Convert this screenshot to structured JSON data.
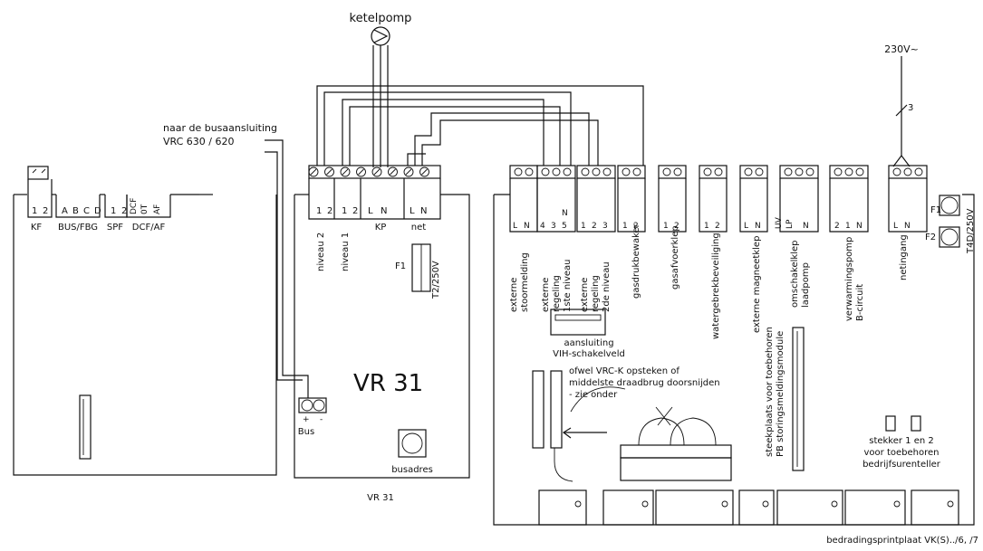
{
  "top_label": "ketelpomp",
  "power_label": "230V~",
  "power_count": "3",
  "bus_note": {
    "line1": "naar de busaansluiting",
    "line2": "VRC 630 / 620"
  },
  "left_board": {
    "terminals": [
      "1",
      "2",
      "A",
      "B",
      "C",
      "D",
      "1",
      "2",
      "DCF",
      "0T",
      "AF"
    ],
    "groups": [
      "KF",
      "BUS/FBG",
      "SPF",
      "DCF/AF"
    ]
  },
  "vr31": {
    "title": "VR 31",
    "caption": "VR 31",
    "terminal_labels": [
      "1",
      "2",
      "1",
      "2",
      "L",
      "N",
      "L",
      "N"
    ],
    "group_labels": [
      "niveau 2",
      "niveau 1",
      "KP",
      "net"
    ],
    "fuse_label": "F1",
    "fuse_rating": "T2/250V",
    "bus_label": "Bus",
    "bus_plus": "+",
    "bus_minus": "-",
    "address_label": "busadres"
  },
  "main_board": {
    "caption": "bedradingsprintplaat VK(S)../6, /7",
    "fuse_f1": "F1",
    "fuse_f2": "F2",
    "fuse_rating": "T4D/250V",
    "terminal_labels": [
      "L",
      "N",
      "4",
      "3",
      "5",
      "N",
      "1",
      "2",
      "3",
      "1",
      "2",
      "1",
      "2",
      "1",
      "2",
      "L",
      "N",
      "UV",
      "LP",
      "N",
      "2",
      "1",
      "N",
      "L",
      "N"
    ],
    "functions": [
      "externe",
      "stoormelding",
      "externe",
      "regeling",
      "1ste niveau",
      "externe",
      "regeling",
      "2de niveau",
      "gasdrukbewaker",
      "gasafvoerklep",
      "watergebrekbeveiliging",
      "externe magneetklep",
      "omschakelklep",
      "laadpomp",
      "verwarmingspomp",
      "B-circuit",
      "netingang"
    ],
    "connector_label1": "aansluiting",
    "connector_label2": "VIH-schakelveld",
    "slot_label1": "steekplaats voor toebehoren",
    "slot_label2": "PB storingsmeldingsmodule",
    "note1": "ofwel VRC-K opsteken of",
    "note2": "middelste draadbrug doorsnijden",
    "note3": "- zie onder",
    "plug1": "stekker 1 en 2",
    "plug2": "voor toebehoren",
    "plug3": "bedrijfsurenteller"
  }
}
